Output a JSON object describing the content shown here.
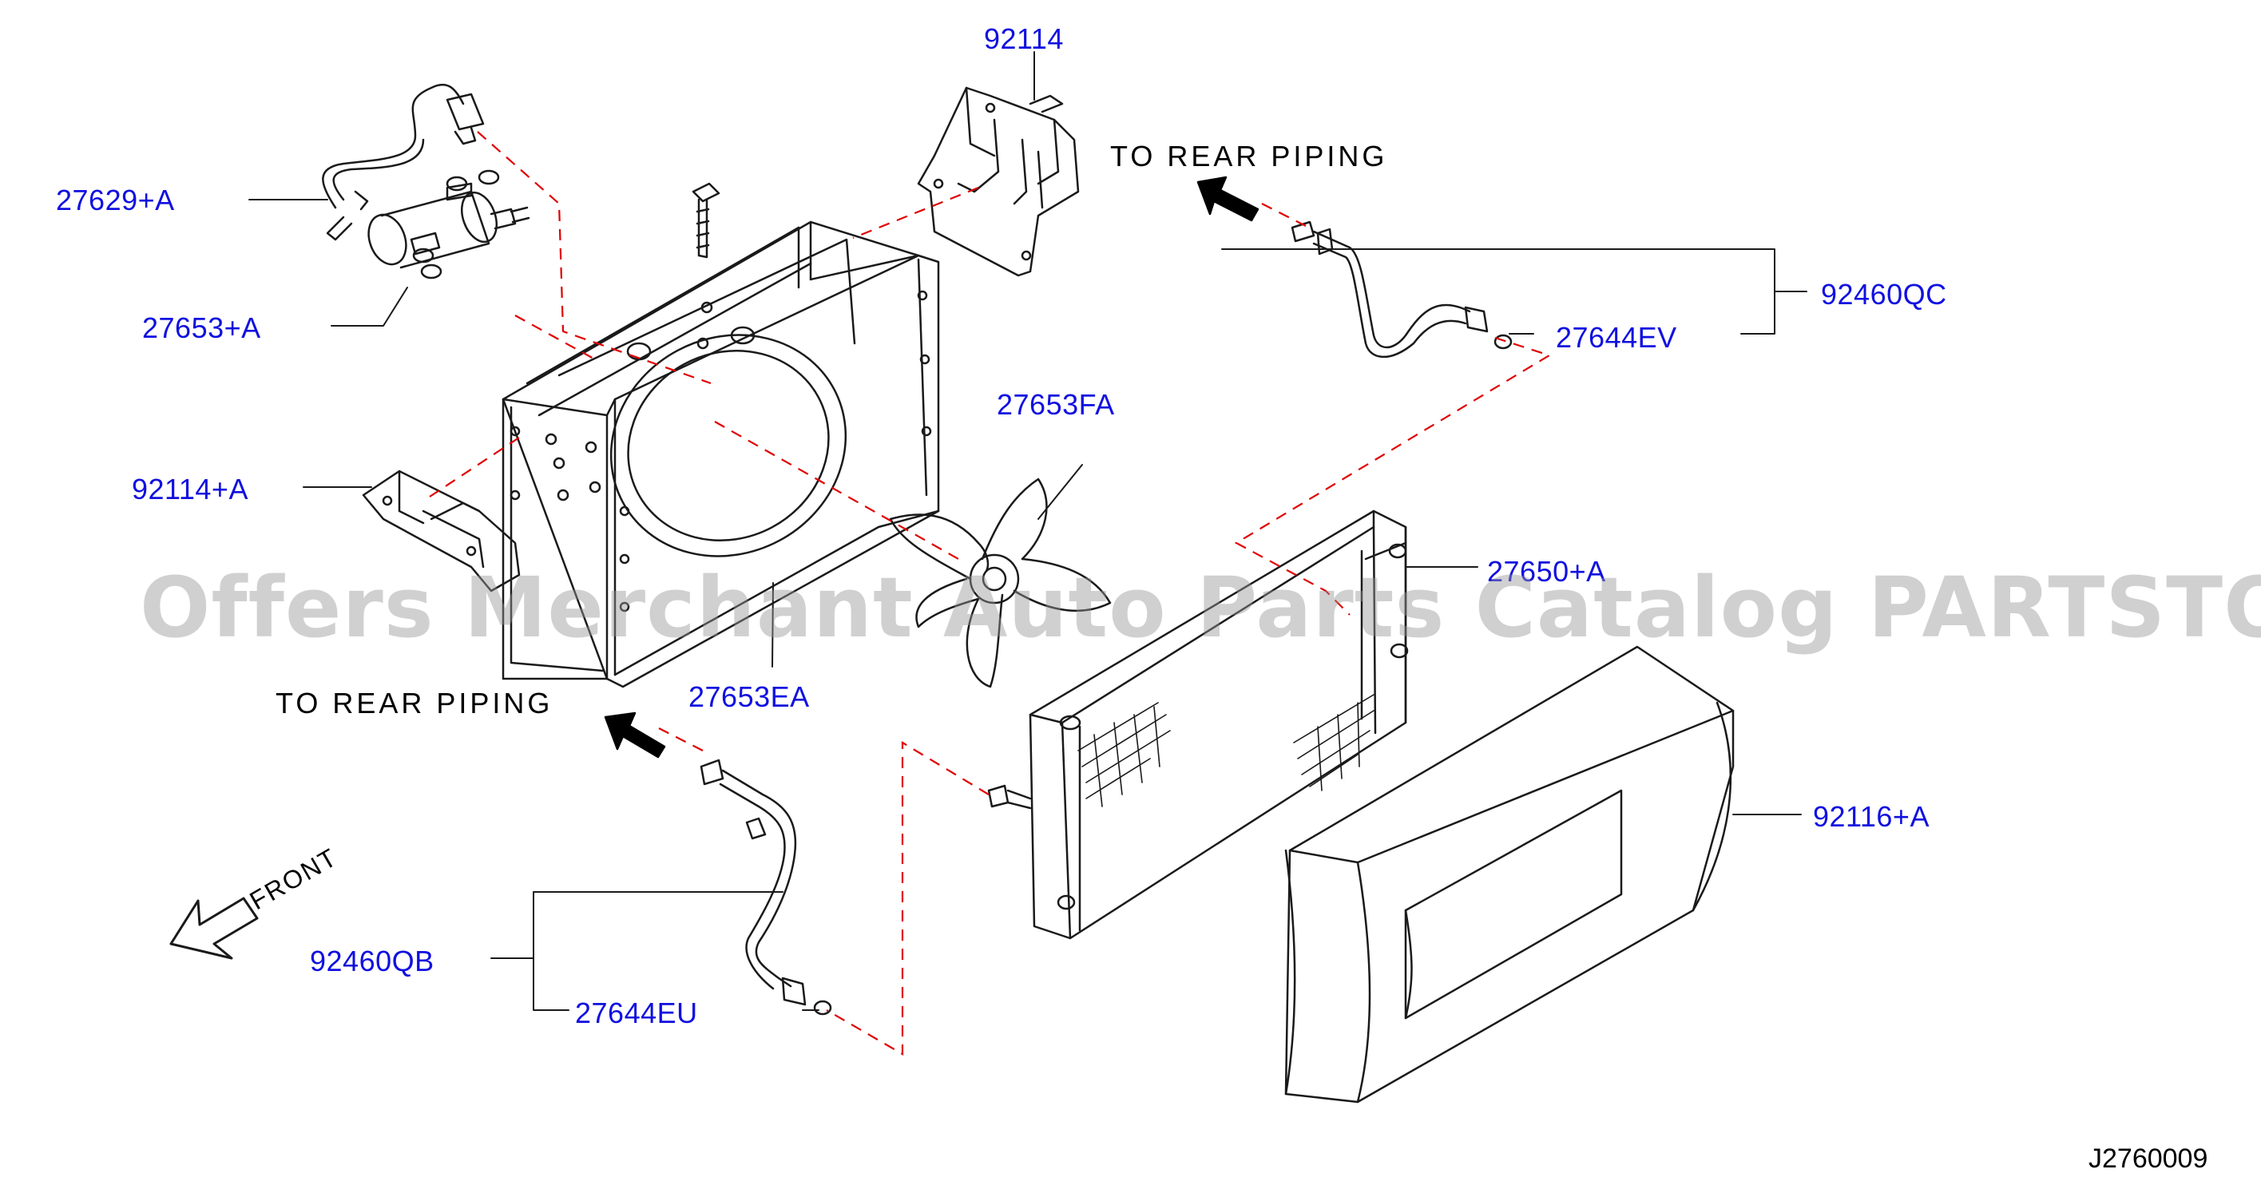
{
  "labels": {
    "p92114": "92114",
    "p27629A": "27629+A",
    "p27653A": "27653+A",
    "p92114A": "92114+A",
    "p27653EA": "27653EA",
    "p27653FA": "27653FA",
    "p27650A": "27650+A",
    "p92460QC": "92460QC",
    "p27644EV": "27644EV",
    "p92116A": "92116+A",
    "p92460QB": "92460QB",
    "p27644EU": "27644EU"
  },
  "notes": {
    "rear_piping_top": "TO REAR PIPING",
    "rear_piping_bottom": "TO REAR PIPING",
    "front": "FRONT"
  },
  "diagram_code": "J2760009",
  "watermark": "Offers Merchant Auto Parts Catalog PARTSTORE.SA",
  "colors": {
    "label": "#1010e0",
    "line": "#1a1a1a",
    "dash": "#e00000",
    "watermark": "#969696"
  }
}
